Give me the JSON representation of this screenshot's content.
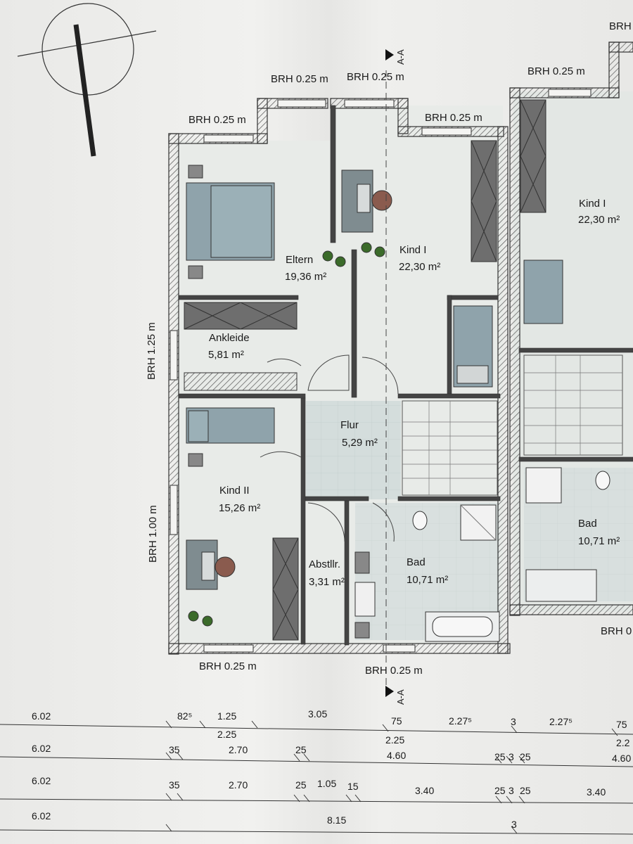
{
  "brh_labels": {
    "top_left": "BRH 0.25 m",
    "top_mid_left": "BRH 0.25 m",
    "top_mid": "BRH 0.25 m",
    "top_right_inner": "BRH 0.25 m",
    "top_right": "BRH 0.25 m",
    "top_far_right": "BRH",
    "left_upper": "BRH 1.25 m",
    "left_lower": "BRH 1.00 m",
    "bottom_left": "BRH 0.25 m",
    "bottom_mid": "BRH 0.25 m",
    "bottom_right": "BRH 0"
  },
  "section_marks": {
    "top": "A-A",
    "bottom": "A-A"
  },
  "rooms": {
    "eltern": {
      "name": "Eltern",
      "area": "19,36 m²"
    },
    "ankleide": {
      "name": "Ankleide",
      "area": "5,81 m²"
    },
    "kind1": {
      "name": "Kind I",
      "area": "22,30 m²"
    },
    "kind1_right": {
      "name": "Kind I",
      "area": "22,30 m²"
    },
    "flur": {
      "name": "Flur",
      "area": "5,29 m²"
    },
    "kind2": {
      "name": "Kind II",
      "area": "15,26 m²"
    },
    "abstellr": {
      "name": "Abstllr.",
      "area": "3,31 m²"
    },
    "bad": {
      "name": "Bad",
      "area": "10,71 m²"
    },
    "bad_right": {
      "name": "Bad",
      "area": "10,71 m²"
    }
  },
  "dimension_rows": [
    {
      "total": "6.02",
      "values": [
        "82⁵",
        "1.25",
        "2.25",
        "3.05",
        "75",
        "2.25",
        "2.27⁵",
        "3",
        "2.27⁵",
        "75",
        "2.2"
      ]
    },
    {
      "total": "6.02",
      "values": [
        "35",
        "2.70",
        "25",
        "4.60",
        "25",
        "3",
        "25",
        "4.60"
      ]
    },
    {
      "total": "6.02",
      "values": [
        "35",
        "2.70",
        "25",
        "1.05",
        "15",
        "3.40",
        "25",
        "3",
        "25",
        "3.40"
      ]
    },
    {
      "total": "6.02",
      "values": [
        "8.15",
        "3"
      ]
    }
  ]
}
